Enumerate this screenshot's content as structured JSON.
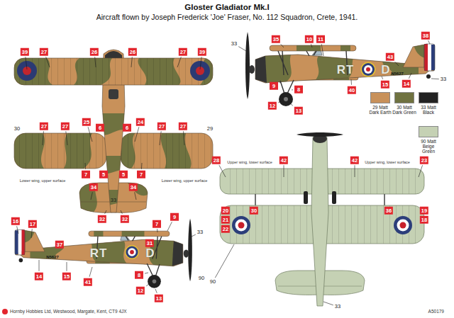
{
  "diagram": {
    "title": "Gloster Gladiator Mk.I",
    "labels": [
      "Aircraft flown by Joseph Frederick 'Joe' Fraser, No. 112 Squadron, Crete, 1941.",
      "39",
      "27",
      "26",
      "26",
      "27",
      "39",
      "30",
      "27",
      "27",
      "25",
      "6",
      "6",
      "24",
      "27",
      "27",
      "29",
      "7",
      "5",
      "5",
      "7",
      "Lower wing, upper surface",
      "Lower wing, upper surface",
      "34",
      "33",
      "34",
      "32",
      "32",
      "33",
      "35",
      "10",
      "11",
      "38",
      "43",
      "RT",
      "D",
      "N5627",
      "33",
      "14",
      "15",
      "40",
      "9",
      "8",
      "12",
      "13",
      "16",
      "17",
      "37",
      "31",
      "7",
      "9",
      "33",
      "RT",
      "D",
      "N5627",
      "14",
      "15",
      "41",
      "8",
      "12",
      "90",
      "13",
      "28",
      "Upper wing, lower surface",
      "42",
      "42",
      "Upper wing, lower surface",
      "23",
      "20",
      "21",
      "22",
      "30",
      "36",
      "19",
      "18",
      "90",
      "33",
      "Hornby Hobbies Ltd, Westwood, Margate, Kent, CT9 4JX",
      "A50179"
    ],
    "legend": [
      {
        "text": "29 Matt Dark Earth",
        "color": "#c8915a"
      },
      {
        "text": "30 Matt Dark Green",
        "color": "#6f7240"
      },
      {
        "text": "33 Matt Black",
        "color": "#222222"
      },
      {
        "text": "90 Matt Beige Green",
        "color": "#c5d1b4"
      }
    ]
  }
}
